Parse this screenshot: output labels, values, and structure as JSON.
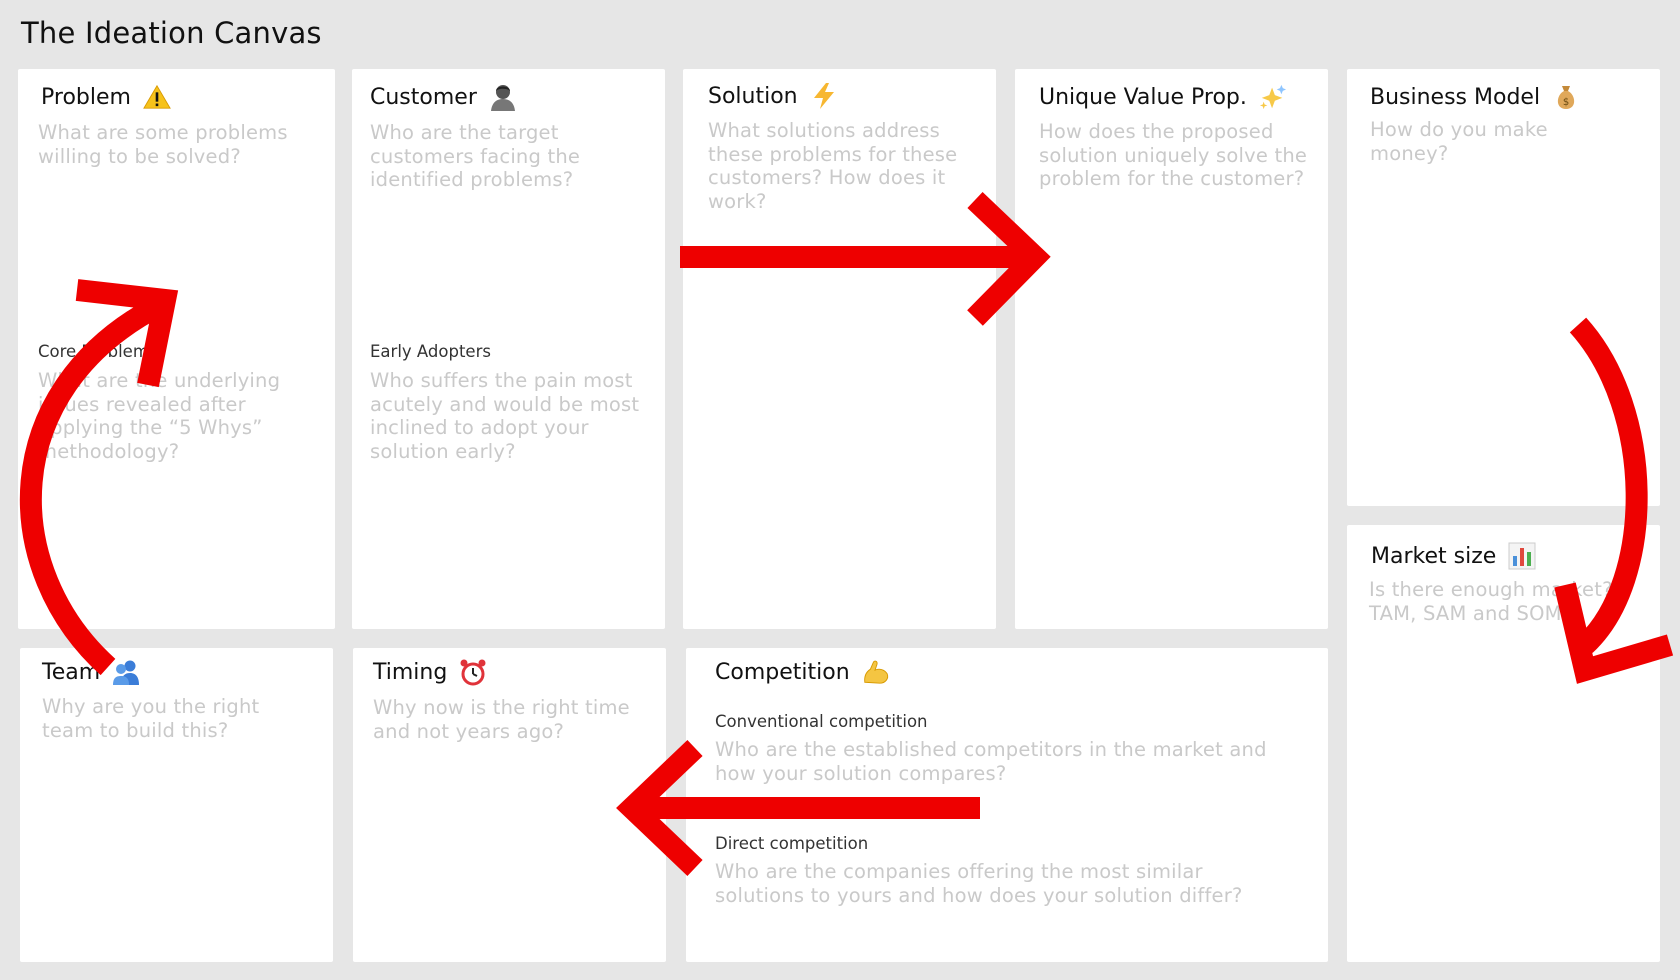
{
  "page": {
    "title": "The Ideation Canvas"
  },
  "cards": {
    "problem": {
      "title": "Problem",
      "question": "What are some problems willing to be solved?",
      "sub_title": "Core Problem",
      "sub_question": "What are the underlying issues revealed after applying the “5 Whys” methodology?",
      "icon": "warning-icon"
    },
    "customer": {
      "title": "Customer",
      "question": "Who are the target customers facing the identified problems?",
      "sub_title": "Early Adopters",
      "sub_question": "Who suffers the pain most acutely and would be most inclined to adopt your solution early?",
      "icon": "person-icon"
    },
    "solution": {
      "title": "Solution",
      "question": "What solutions address these problems for these customers? How does it work?",
      "icon": "lightning-icon"
    },
    "uvp": {
      "title": "Unique Value Prop.",
      "question": "How does the proposed solution uniquely solve the problem for the customer?",
      "icon": "sparkles-icon"
    },
    "business_model": {
      "title": "Business Model",
      "question": "How do you make money?",
      "icon": "money-bag-icon"
    },
    "market_size": {
      "title": "Market size",
      "question": "Is there enough market? TAM, SAM and SOM?",
      "icon": "bar-chart-icon"
    },
    "team": {
      "title": "Team",
      "question": "Why are you the right team to build this?",
      "icon": "people-icon"
    },
    "timing": {
      "title": "Timing",
      "question": "Why now is the right time and not years ago?",
      "icon": "alarm-clock-icon"
    },
    "competition": {
      "title": "Competition",
      "sub1_title": "Conventional competition",
      "sub1_question": "Who are the established competitors in the market and how your solution compares?",
      "sub2_title": "Direct competition",
      "sub2_question": "Who are the companies offering the most similar solutions to yours and how does your solution differ?",
      "icon": "flexed-biceps-icon"
    }
  },
  "colors": {
    "background": "#e6e6e6",
    "card": "#ffffff",
    "placeholder_text": "#c9c9c9",
    "arrow": "#ee0000"
  }
}
